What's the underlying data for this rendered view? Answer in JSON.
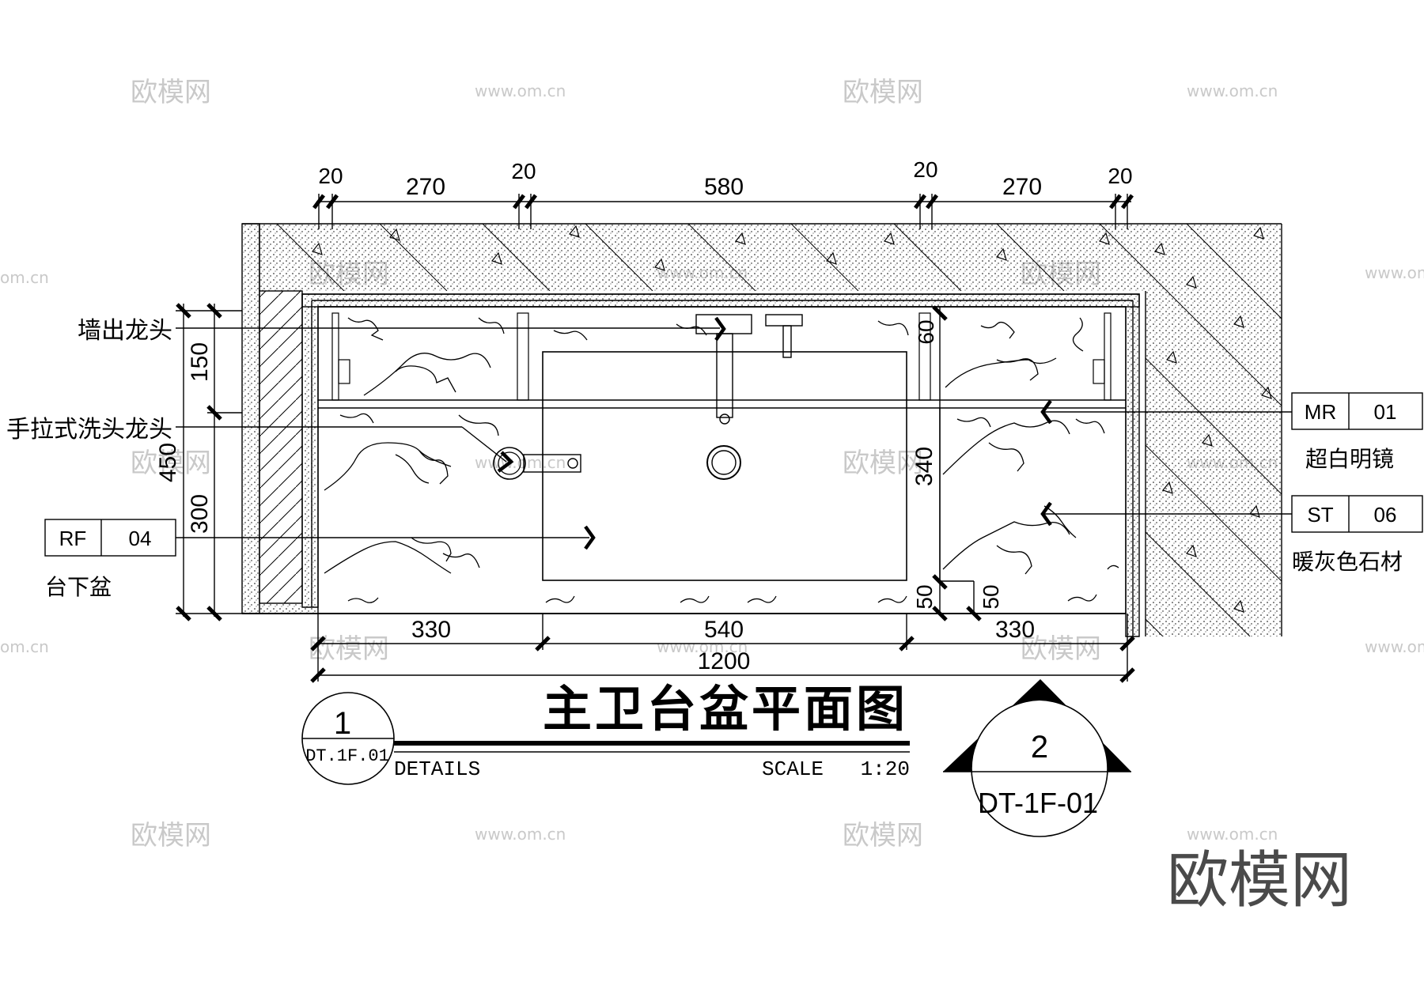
{
  "drawing": {
    "title_cn": "主卫台盆平面图",
    "details_label": "DETAILS",
    "scale_label": "SCALE",
    "scale_value": "1:20",
    "detail_number": "1",
    "detail_sheet": "DT.1F.01",
    "section_number": "2",
    "section_sheet": "DT-1F-01"
  },
  "dimensions": {
    "top": [
      "20",
      "270",
      "20",
      "580",
      "20",
      "270",
      "20"
    ],
    "bottom_row": [
      "330",
      "540",
      "330"
    ],
    "overall": "1200",
    "left_outer": "450",
    "left_inner": [
      "150",
      "300"
    ],
    "inner_right": [
      "60",
      "340",
      "50",
      "50"
    ]
  },
  "callouts": {
    "wall_faucet": "墙出龙头",
    "pull_faucet": "手拉式洗头龙头",
    "basin": {
      "code": "RF",
      "num": "04",
      "name": "台下盆"
    },
    "mirror": {
      "code": "MR",
      "num": "01",
      "name": "超白明镜"
    },
    "stone": {
      "code": "ST",
      "num": "06",
      "name": "暖灰色石材"
    }
  },
  "watermark": {
    "logo": "欧模网",
    "url": "www.om.cn",
    "url_partial": "om.cn"
  }
}
